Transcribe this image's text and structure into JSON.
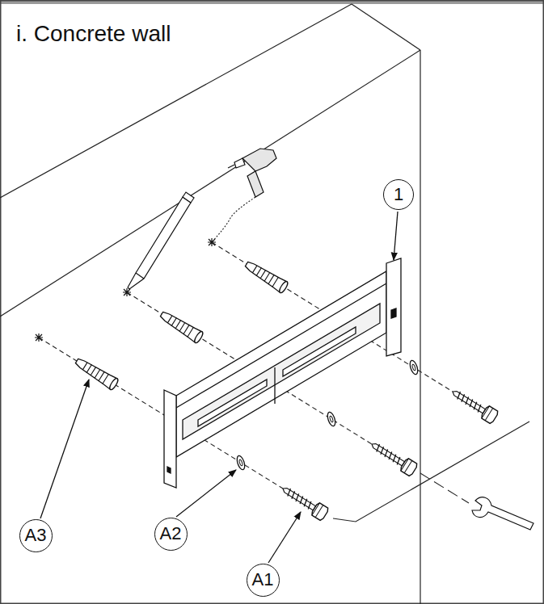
{
  "diagram": {
    "title": "i. Concrete wall",
    "nodes": [
      {
        "text": [
          "1"
        ]
      },
      {
        "text": [
          "A3"
        ]
      },
      {
        "text": [
          "A2"
        ]
      },
      {
        "text": [
          "A1"
        ]
      }
    ]
  }
}
